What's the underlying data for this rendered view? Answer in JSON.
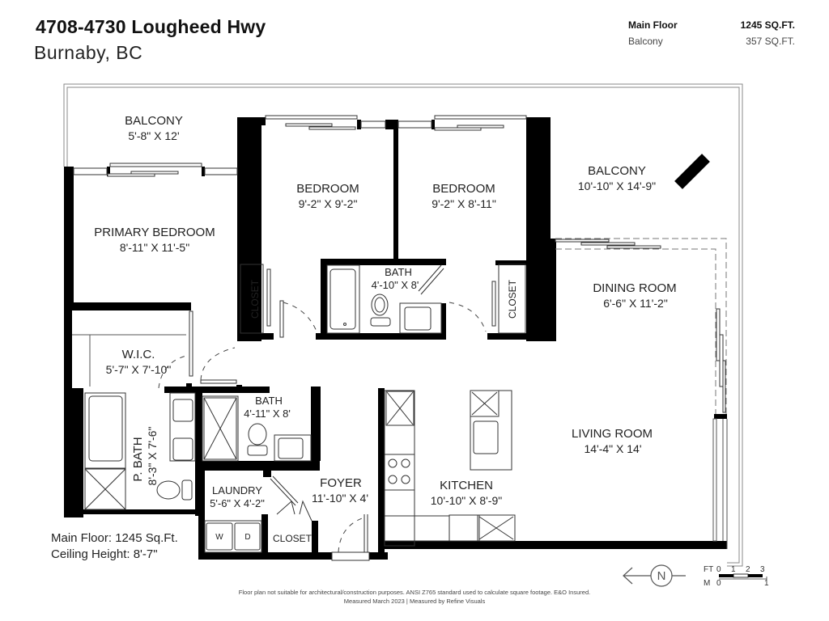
{
  "header": {
    "address": "4708-4730 Lougheed Hwy",
    "city": "Burnaby, BC"
  },
  "area_table": [
    {
      "label": "Main Floor",
      "value": "1245 SQ.FT."
    },
    {
      "label": "Balcony",
      "value": "357 SQ.FT."
    }
  ],
  "rooms": {
    "balcony_west": {
      "name": "BALCONY",
      "dim": "5'-8\" X 12'"
    },
    "primary_bedroom": {
      "name": "PRIMARY BEDROOM",
      "dim": "8'-11\" X 11'-5\""
    },
    "bedroom_1": {
      "name": "BEDROOM",
      "dim": "9'-2\" X 9'-2\""
    },
    "bedroom_2": {
      "name": "BEDROOM",
      "dim": "9'-2\" X 8'-11\""
    },
    "balcony_east": {
      "name": "BALCONY",
      "dim": "10'-10\" X 14'-9\""
    },
    "bath_1": {
      "name": "BATH",
      "dim": "4'-10\" X 8'"
    },
    "closet_1": {
      "name": "CLOSET"
    },
    "closet_2": {
      "name": "CLOSET"
    },
    "dining_room": {
      "name": "DINING ROOM",
      "dim": "6'-6\" X 11'-2\""
    },
    "wic": {
      "name": "W.I.C.",
      "dim": "5'-7\" X 7'-10\""
    },
    "bath_2": {
      "name": "BATH",
      "dim": "4'-11\" X 8'"
    },
    "p_bath": {
      "name": "P. BATH",
      "dim": "8'-3\" X 7'-6\""
    },
    "living_room": {
      "name": "LIVING ROOM",
      "dim": "14'-4\" X 14'"
    },
    "foyer": {
      "name": "FOYER",
      "dim": "11'-10\" X 4'"
    },
    "kitchen": {
      "name": "KITCHEN",
      "dim": "10'-10\" X 8'-9\""
    },
    "laundry": {
      "name": "LAUNDRY",
      "dim": "5'-6\" X 4'-2\""
    },
    "closet_3": {
      "name": "CLOSET"
    },
    "washer": {
      "name": "W"
    },
    "dryer": {
      "name": "D"
    }
  },
  "summary": {
    "main_floor": "Main Floor: 1245 Sq.Ft.",
    "ceiling_height": "Ceiling Height: 8'-7\""
  },
  "compass": {
    "label": "N",
    "icon": "north-arrow-icon"
  },
  "scale": {
    "ft_label": "FT",
    "ft_ticks": [
      "0",
      "1",
      "2",
      "3"
    ],
    "m_label": "M",
    "m_ticks": [
      "0",
      "1"
    ]
  },
  "disclaimer": {
    "line1": "Floor plan not suitable for architectural/construction purposes. ANSI Z765 standard used to calculate square footage. E&O Insured.",
    "line2": "Measured March 2023 | Measured by Refine Visuals"
  },
  "colors": {
    "wall": "#000000",
    "background": "#ffffff",
    "text": "#222222",
    "outline": "#888888"
  }
}
